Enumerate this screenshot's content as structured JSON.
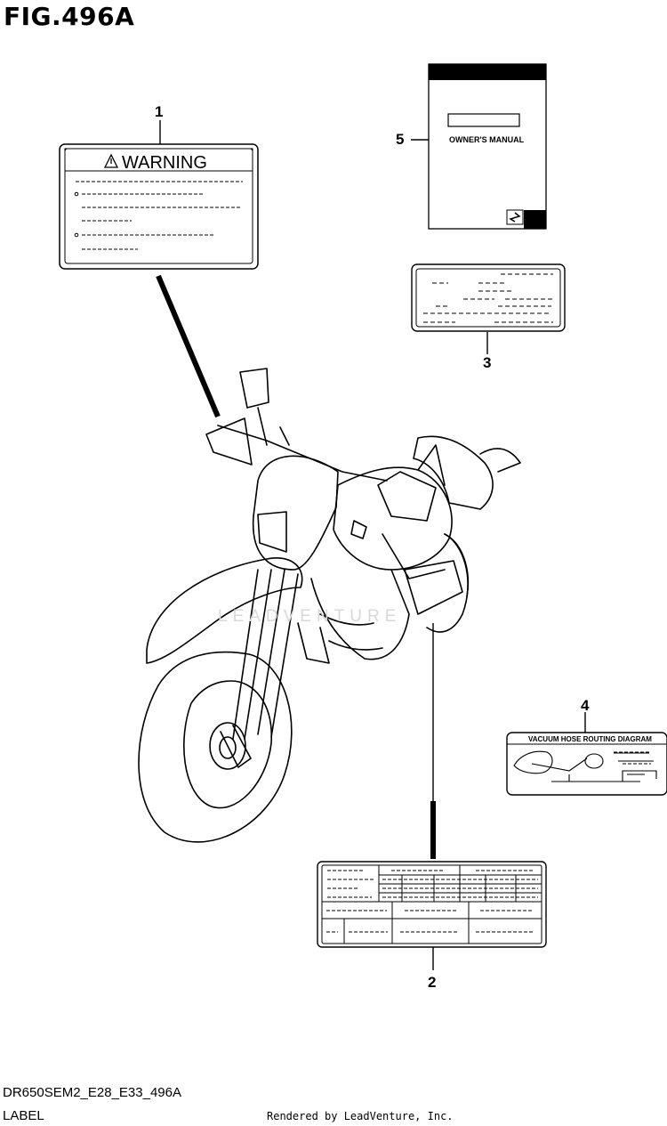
{
  "figure": {
    "title": "FIG.496A",
    "model_code": "DR650SEM2_E28_E33_496A",
    "section": "LABEL",
    "credit": "Rendered by LeadVenture, Inc.",
    "watermark": "LEADVENTURE"
  },
  "parts": [
    {
      "ref": "1",
      "text": "WARNING",
      "icon": "warning-triangle-icon"
    },
    {
      "ref": "2"
    },
    {
      "ref": "3"
    },
    {
      "ref": "4",
      "text": "VACUUM HOSE ROUTING DIAGRAM"
    },
    {
      "ref": "5",
      "text": "OWNER'S MANUAL",
      "icon": "suzuki-logo-icon"
    }
  ]
}
